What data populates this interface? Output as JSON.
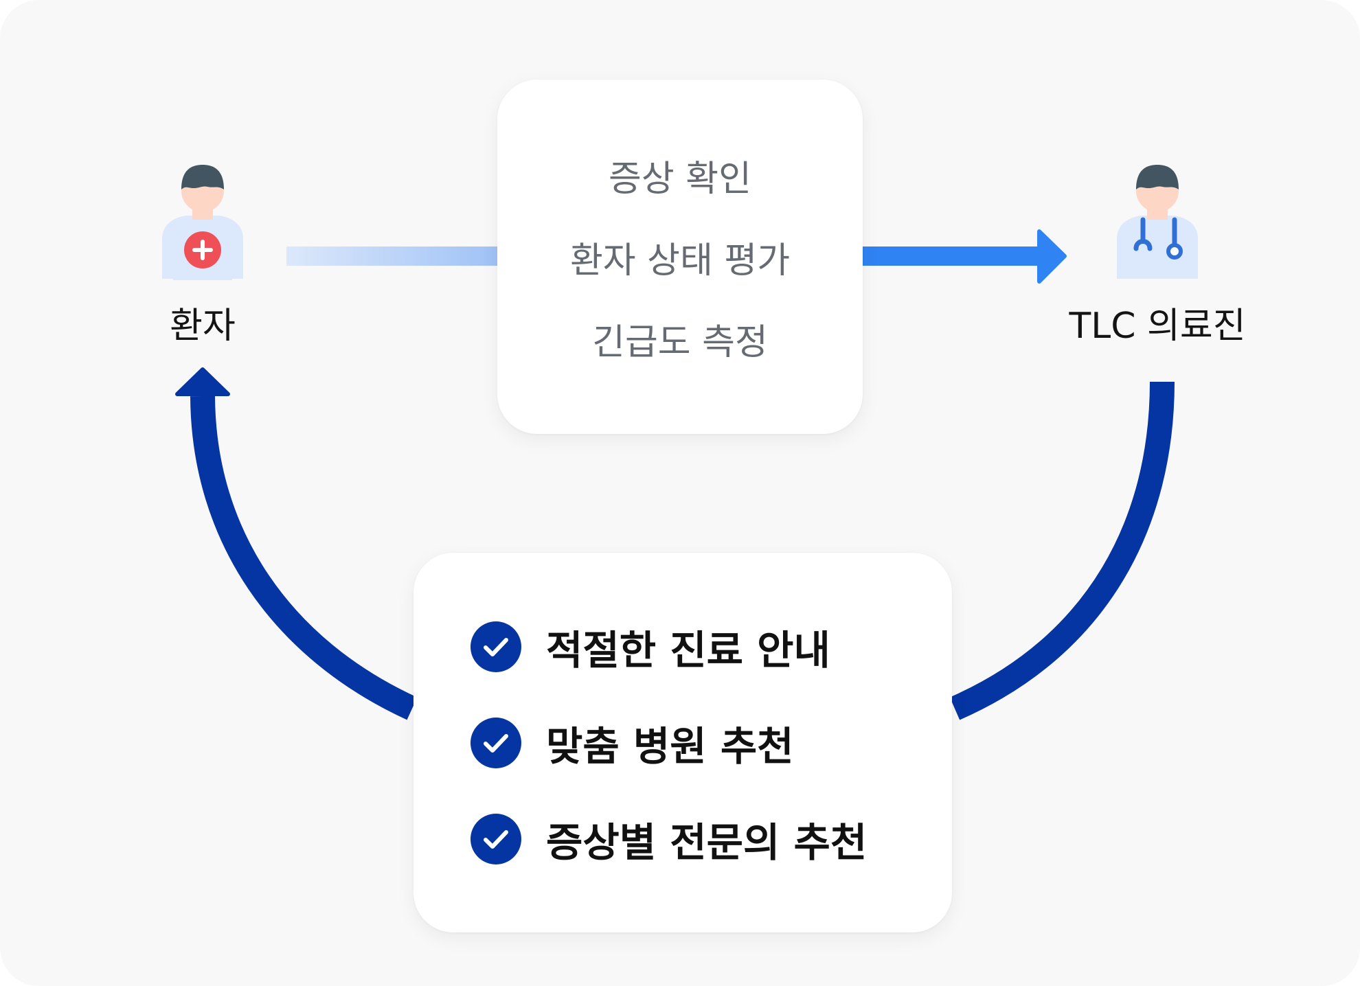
{
  "patient": {
    "label": "환자",
    "icon": "patient-icon"
  },
  "medical_staff": {
    "label": "TLC 의료진",
    "icon": "doctor-stethoscope-icon"
  },
  "assessment": {
    "steps": [
      "증상 확인",
      "환자 상태 평가",
      "긴급도 측정"
    ]
  },
  "outcomes": {
    "items": [
      "적절한 진료 안내",
      "맞춤 병원 추천",
      "증상별 전문의 추천"
    ]
  },
  "colors": {
    "background": "#f8f8f9",
    "arrow_blue": "#2f83f2",
    "return_arrow": "#0535a3",
    "check_badge": "#0535a3",
    "cross_badge": "#ef4f57",
    "stethoscope": "#2f6fd6"
  }
}
